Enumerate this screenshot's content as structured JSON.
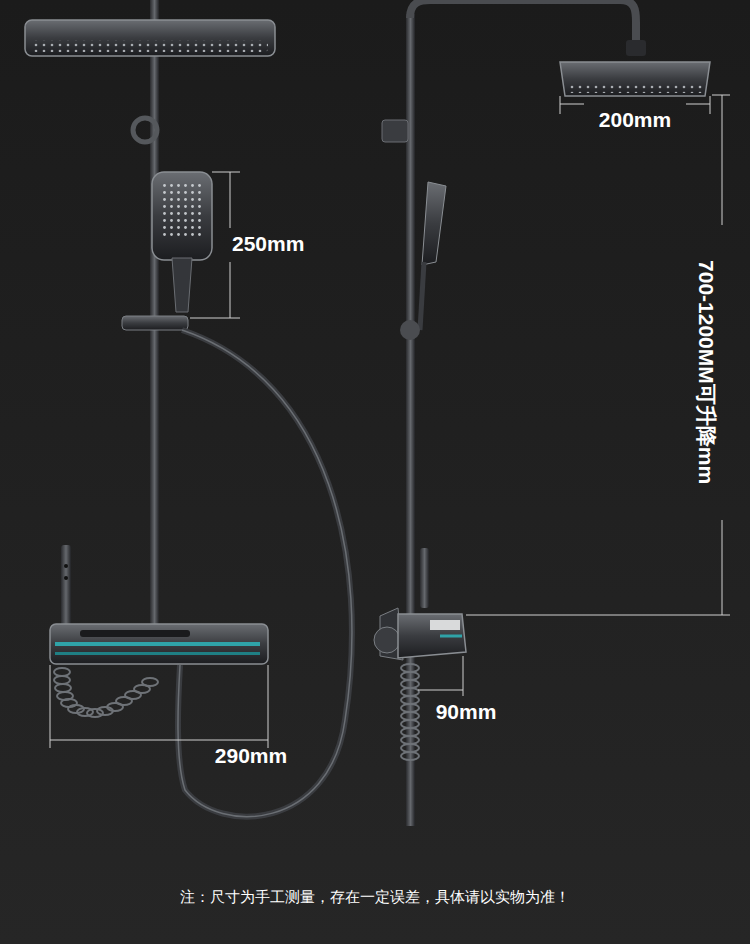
{
  "diagram": {
    "labels": [
      "250mm",
      "200mm",
      "700-1200MM可升降mm",
      "290mm",
      "90mm",
      "注：尺寸为手工测量，存在一定误差，具体请以实物为准！"
    ]
  }
}
